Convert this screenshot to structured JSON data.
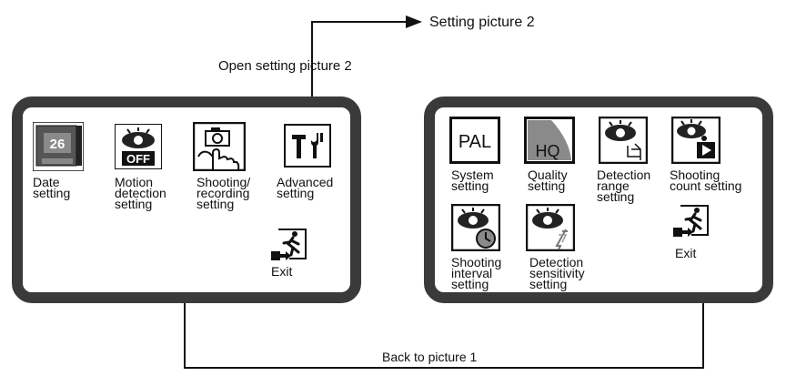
{
  "captions": {
    "setting_picture_2": "Setting picture 2",
    "open_setting_picture_2": "Open setting picture 2",
    "back_to_picture_1": "Back to picture 1"
  },
  "picture1": {
    "items": [
      {
        "icon": "calendar-icon",
        "badge": "26",
        "label": [
          "Date",
          "setting"
        ]
      },
      {
        "icon": "motion-detection-off-icon",
        "badge": "OFF",
        "label": [
          "Motion",
          "detection",
          "setting"
        ]
      },
      {
        "icon": "camera-hand-icon",
        "label": [
          "Shooting/",
          "recording",
          "setting"
        ]
      },
      {
        "icon": "tools-icon",
        "label": [
          "Advanced",
          "setting"
        ]
      }
    ],
    "exit": {
      "icon": "exit-running-man-icon",
      "label": "Exit"
    }
  },
  "picture2": {
    "items": [
      {
        "icon": "pal-icon",
        "badge": "PAL",
        "label": [
          "System",
          "setting"
        ]
      },
      {
        "icon": "hq-quality-icon",
        "badge": "HQ",
        "label": [
          "Quality",
          "setting"
        ]
      },
      {
        "icon": "detection-range-icon",
        "label": [
          "Detection",
          "range",
          "setting"
        ]
      },
      {
        "icon": "shooting-count-icon",
        "label": [
          "Shooting",
          "count setting"
        ]
      },
      {
        "icon": "shooting-interval-icon",
        "label": [
          "Shooting",
          "interval",
          "setting"
        ]
      },
      {
        "icon": "detection-sensitivity-icon",
        "label": [
          "Detection",
          "sensitivity",
          "setting"
        ]
      }
    ],
    "exit": {
      "icon": "exit-running-man-icon",
      "label": "Exit"
    }
  }
}
